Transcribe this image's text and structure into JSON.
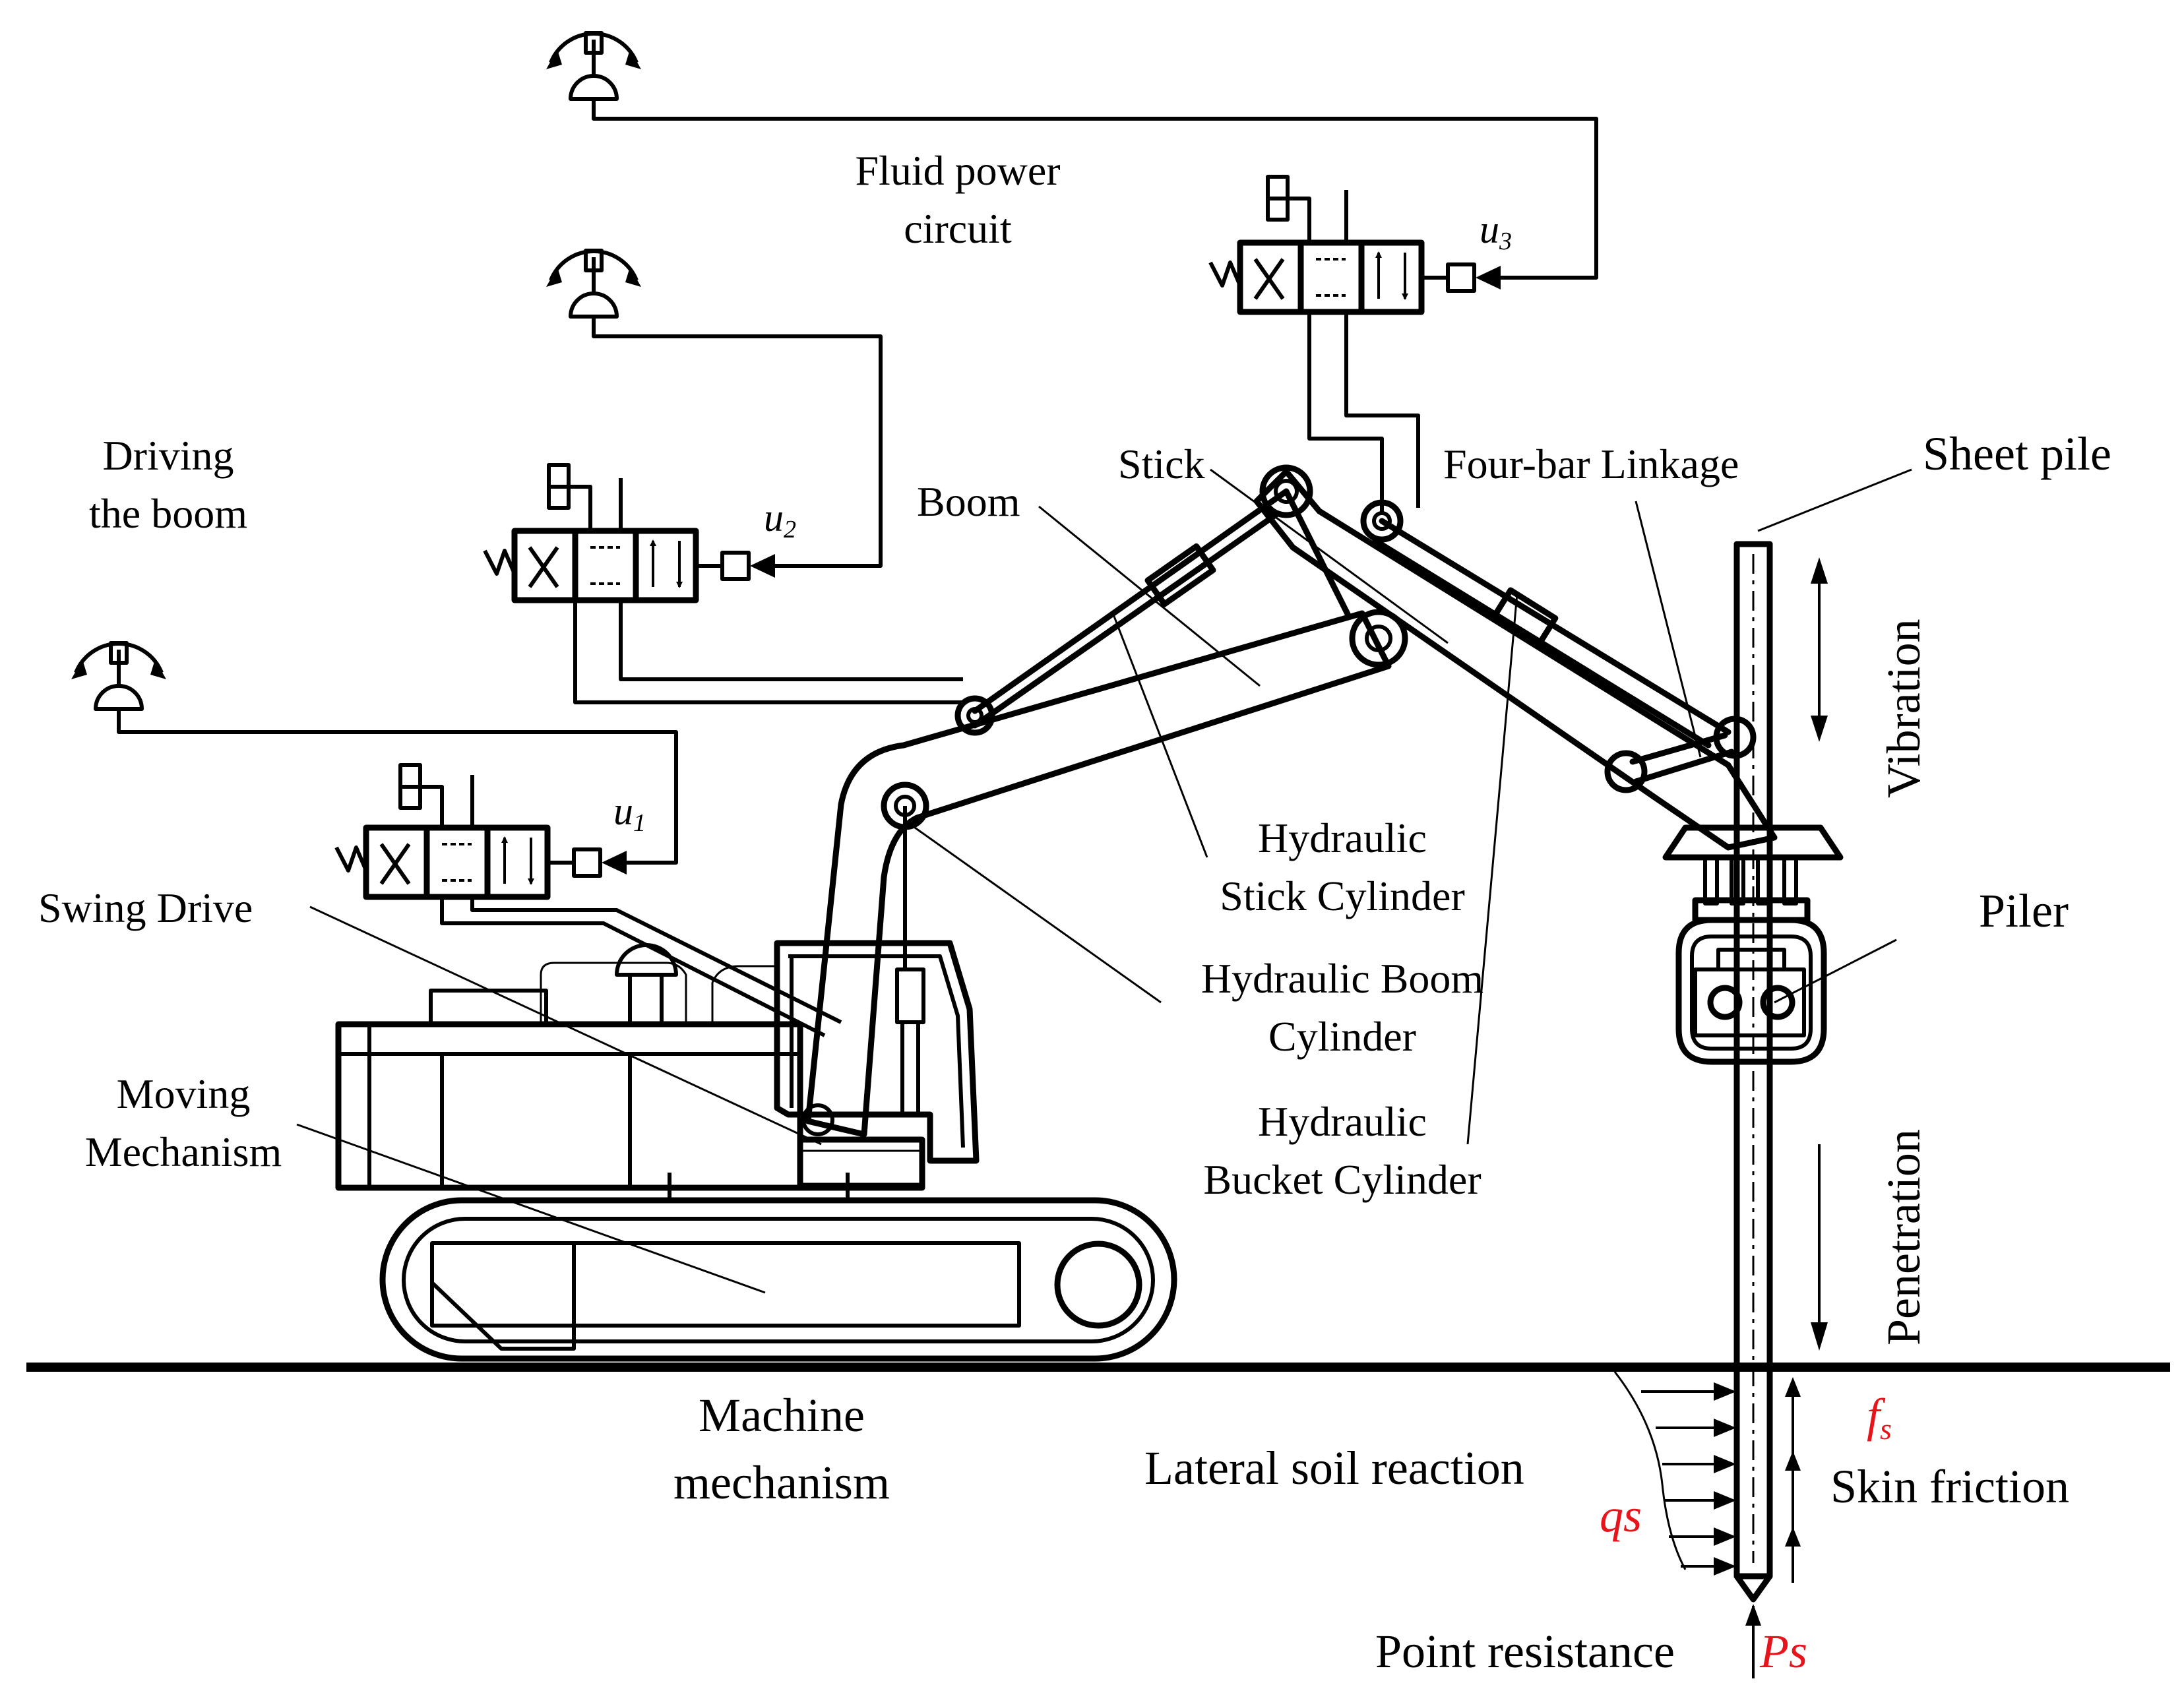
{
  "labels": {
    "fluid_power_1": "Fluid power",
    "fluid_power_2": "circuit",
    "driving_1": "Driving",
    "driving_2": "the boom",
    "swing_drive": "Swing Drive",
    "moving_1": "Moving",
    "moving_2": "Mechanism",
    "machine_1": "Machine",
    "machine_2": "mechanism",
    "boom": "Boom",
    "stick": "Stick",
    "four_bar": "Four-bar Linkage",
    "sheet_pile": "Sheet pile",
    "vibration": "Vibration",
    "piler": "Piler",
    "penetration": "Penetration",
    "hyd_stick_1": "Hydraulic",
    "hyd_stick_2": "Stick Cylinder",
    "hyd_boom_1": "Hydraulic Boom",
    "hyd_boom_2": "Cylinder",
    "hyd_bucket_1": "Hydraulic",
    "hyd_bucket_2": "Bucket Cylinder",
    "lateral": "Lateral soil reaction",
    "skin": "Skin friction",
    "point": "Point resistance"
  },
  "symbols": {
    "u1": "u",
    "u1_sub": "1",
    "u2": "u",
    "u2_sub": "2",
    "u3": "u",
    "u3_sub": "3",
    "qs": "qs",
    "fs": "f",
    "fs_sub": "s",
    "ps": "Ps"
  },
  "colors": {
    "line": "#000000",
    "force_symbol": "#e8141b"
  }
}
